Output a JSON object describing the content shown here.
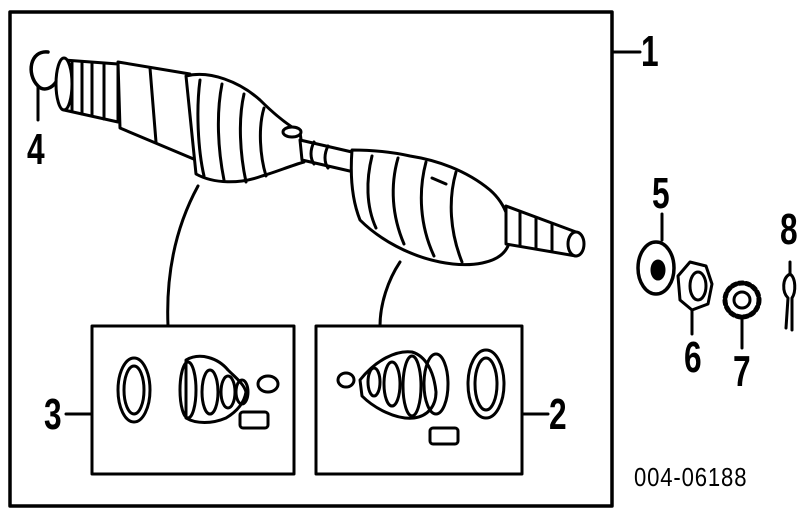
{
  "callouts": [
    {
      "id": "1",
      "label": "1"
    },
    {
      "id": "2",
      "label": "2"
    },
    {
      "id": "3",
      "label": "3"
    },
    {
      "id": "4",
      "label": "4"
    },
    {
      "id": "5",
      "label": "5"
    },
    {
      "id": "6",
      "label": "6"
    },
    {
      "id": "7",
      "label": "7"
    },
    {
      "id": "8",
      "label": "8"
    }
  ],
  "diagram_code": "004-06188",
  "line_color": "#000000",
  "background_color": "#ffffff"
}
